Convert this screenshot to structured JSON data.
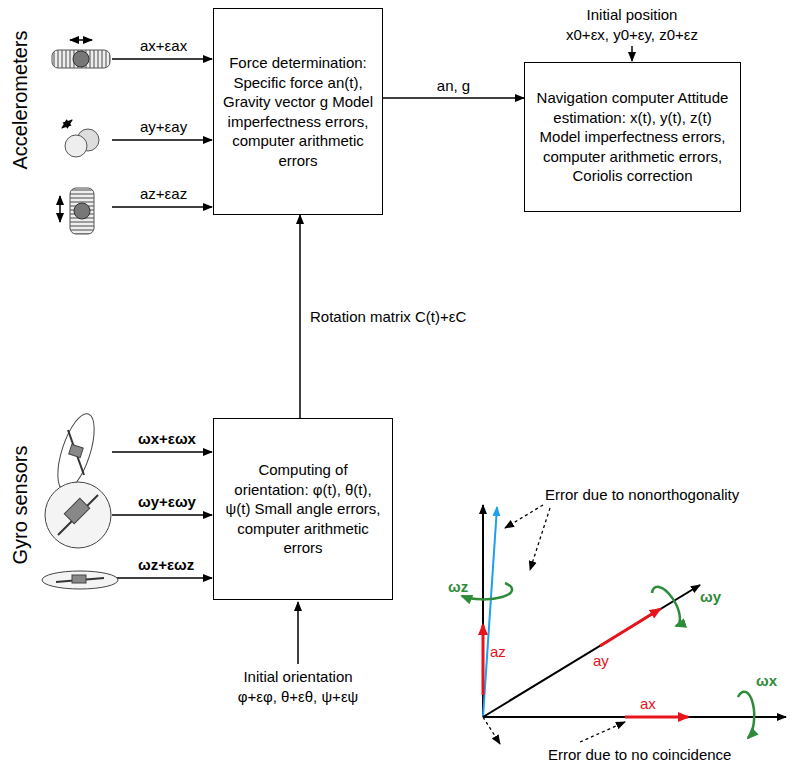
{
  "diagram": {
    "nodes": [
      {
        "text": [
          "Force determination: Specific force an(t), Gravity vector g Model imperfectness errors, computer arithmetic errors"
        ]
      },
      {
        "text": [
          "Navigation computer Attitude estimation: x(t), y(t), z(t) Model imperfectness errors, computer arithmetic errors, Coriolis correction"
        ]
      },
      {
        "text": [
          "Computing of orientation: φ(t), θ(t), ψ(t) Small angle errors, computer arithmetic errors"
        ]
      }
    ],
    "edges": [
      {
        "from": 0,
        "to": 1,
        "arrow": "to",
        "label": "an, g"
      },
      {
        "from": 2,
        "to": 0,
        "arrow": "to",
        "label": "Rotation matrix C(t)+εC"
      }
    ],
    "labels": [
      "Accelerometers",
      "Gyro sensors",
      "ax+εax",
      "ay+εay",
      "az+εaz",
      "ωx+εωx",
      "ωy+εωy",
      "ωz+εωz",
      "Initial position",
      "x0+εx, y0+εy, z0+εz",
      "Initial orientation",
      "φ+εφ, θ+εθ, ψ+εψ",
      "Error due to nonorthogonality",
      "Error due to no coincidence",
      "az",
      "ay",
      "ax",
      "ωz",
      "ωy",
      "ωx"
    ]
  }
}
